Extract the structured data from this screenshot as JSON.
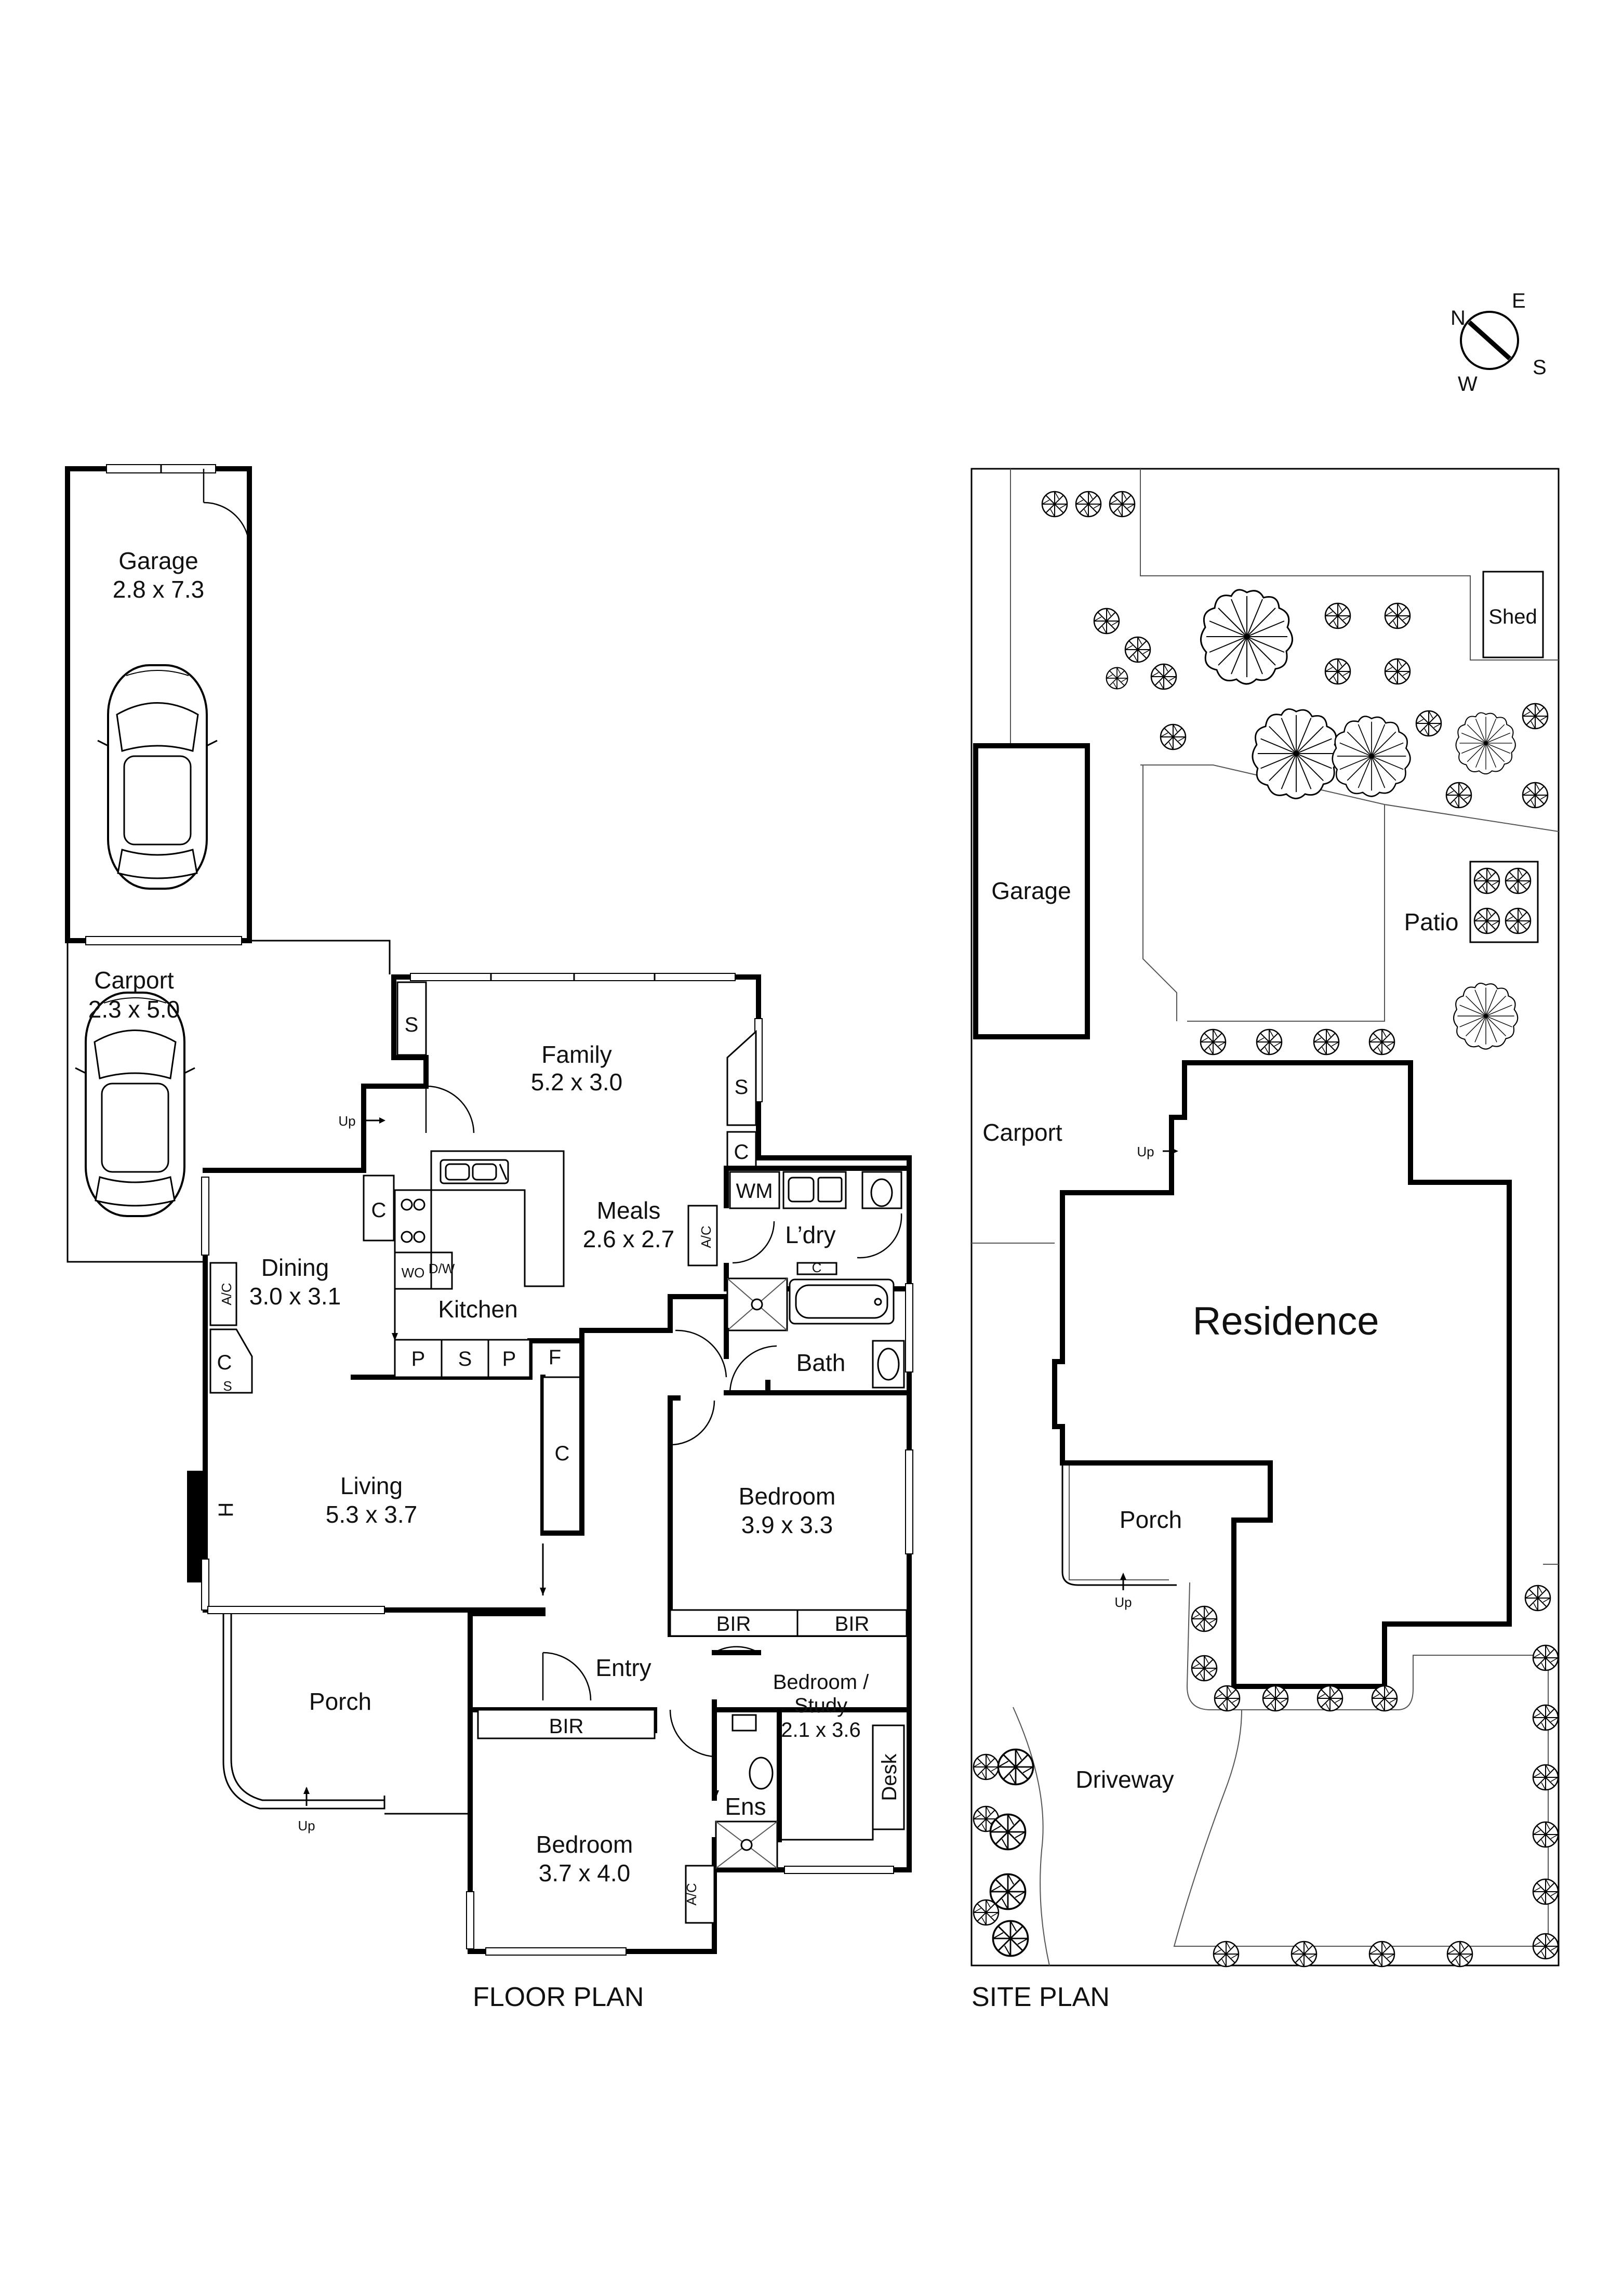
{
  "compass": {
    "n": "N",
    "e": "E",
    "s": "S",
    "w": "W"
  },
  "floor_plan": {
    "title": "FLOOR PLAN",
    "rooms": {
      "garage": {
        "name": "Garage",
        "dims": "2.8 x 7.3"
      },
      "carport": {
        "name": "Carport",
        "dims": "2.3 x 5.0"
      },
      "family": {
        "name": "Family",
        "dims": "5.2 x 3.0"
      },
      "meals": {
        "name": "Meals",
        "dims": "2.6 x 2.7"
      },
      "dining": {
        "name": "Dining",
        "dims": "3.0 x 3.1"
      },
      "kitchen": {
        "name": "Kitchen"
      },
      "laundry": {
        "name": "L’dry"
      },
      "bath": {
        "name": "Bath"
      },
      "living": {
        "name": "Living",
        "dims": "5.3 x 3.7"
      },
      "bedroom1": {
        "name": "Bedroom",
        "dims": "3.9 x 3.3"
      },
      "entry": {
        "name": "Entry"
      },
      "study": {
        "name": "Bedroom /",
        "name2": "Study",
        "dims": "2.1 x 3.6"
      },
      "porch": {
        "name": "Porch"
      },
      "bedroom2": {
        "name": "Bedroom",
        "dims": "3.7 x 4.0"
      },
      "ensuite": {
        "name": "Ens"
      }
    },
    "labels": {
      "s": "S",
      "c": "C",
      "p": "P",
      "f": "F",
      "h": "H",
      "ac": "A/C",
      "wm": "WM",
      "wo": "WO",
      "dw": "D/W",
      "bir": "BIR",
      "desk": "Desk",
      "up": "Up"
    }
  },
  "site_plan": {
    "title": "SITE PLAN",
    "labels": {
      "residence": "Residence",
      "garage": "Garage",
      "carport": "Carport",
      "porch": "Porch",
      "patio": "Patio",
      "shed": "Shed",
      "driveway": "Driveway",
      "up": "Up"
    }
  }
}
